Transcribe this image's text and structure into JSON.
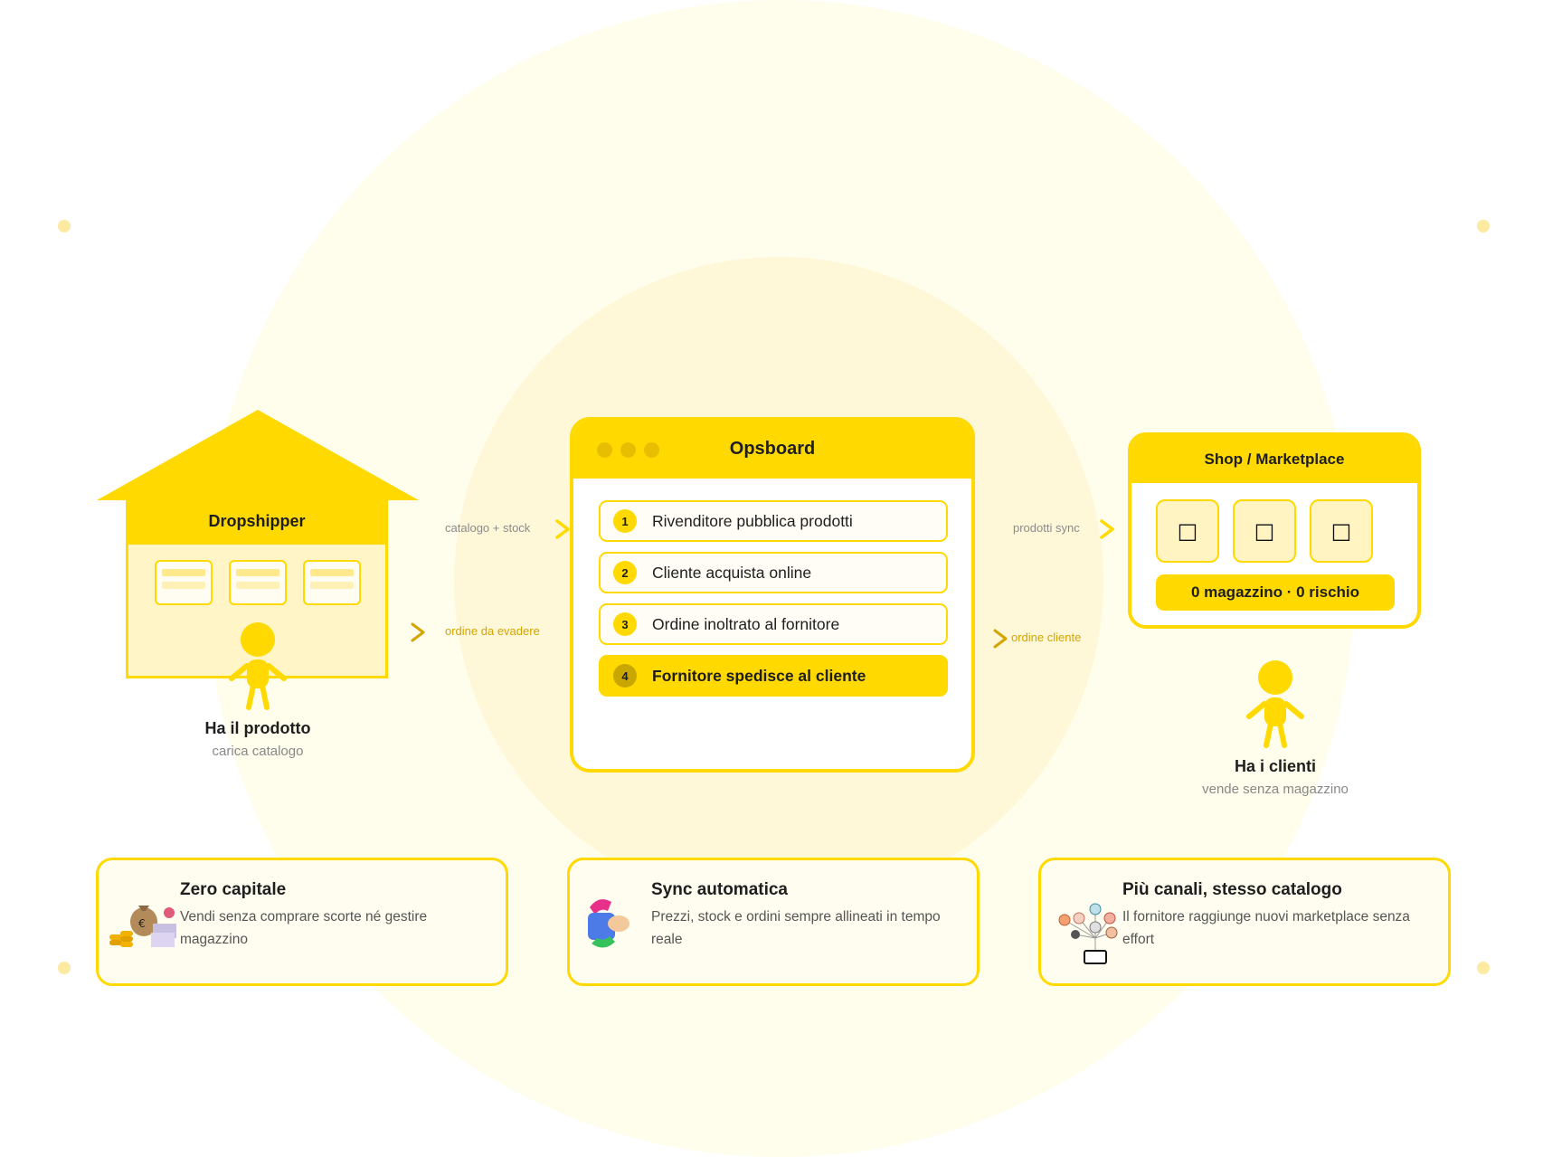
{
  "colors": {
    "accent": "#ffd900",
    "accent_dark": "#c9a700",
    "soft": "#fff5c6",
    "muted_text": "#888888",
    "flow_gold": "#d4a400"
  },
  "dropshipper": {
    "title": "Dropshipper",
    "caption_title": "Ha il prodotto",
    "caption_sub": "carica catalogo"
  },
  "flows": {
    "catalog_stock": "catalogo + stock",
    "order_to_fulfill": "ordine da evadere",
    "products_sync": "prodotti sync",
    "customer_order": "ordine cliente"
  },
  "opsboard": {
    "title": "Opsboard",
    "steps": [
      {
        "num": "1",
        "label": "Rivenditore pubblica prodotti"
      },
      {
        "num": "2",
        "label": "Cliente acquista online"
      },
      {
        "num": "3",
        "label": "Ordine inoltrato al fornitore"
      },
      {
        "num": "4",
        "label": "Fornitore spedisce al cliente"
      }
    ]
  },
  "shop": {
    "title": "Shop / Marketplace",
    "tiles": [
      "□",
      "□",
      "□"
    ],
    "pill": "0 magazzino · 0 rischio",
    "caption_title": "Ha i clienti",
    "caption_sub": "vende senza magazzino"
  },
  "features": [
    {
      "icon": "money-bag-coins-icon",
      "title": "Zero capitale",
      "desc": "Vendi senza comprare scorte né gestire magazzino"
    },
    {
      "icon": "sync-arrows-icon",
      "title": "Sync automatica",
      "desc": "Prezzi, stock e ordini sempre allineati in tempo reale"
    },
    {
      "icon": "network-channels-icon",
      "title": "Più canali, stesso catalogo",
      "desc": "Il fornitore raggiunge nuovi marketplace senza effort"
    }
  ]
}
